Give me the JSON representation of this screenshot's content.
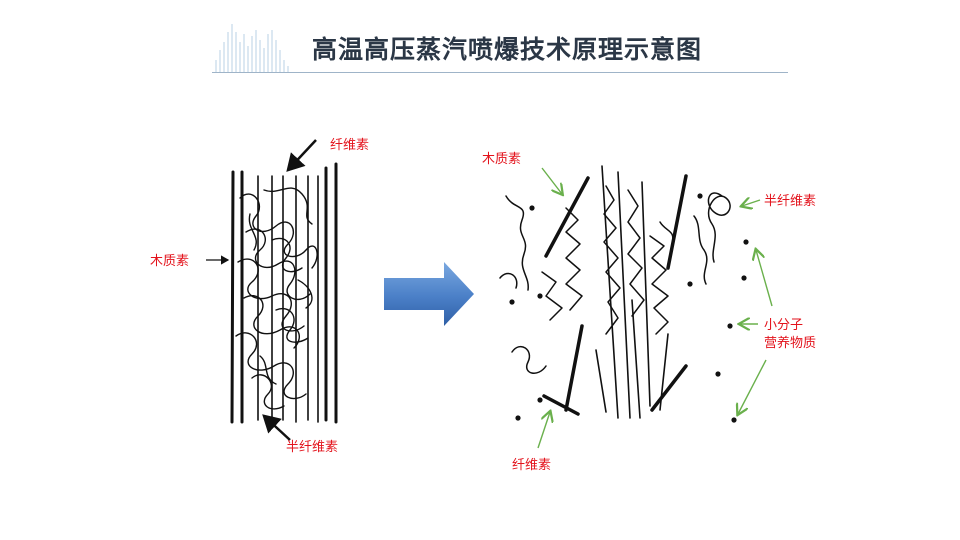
{
  "title": "高温高压蒸汽喷爆技术原理示意图",
  "colors": {
    "title": "#2b3746",
    "label": "#e3121b",
    "arrow_green": "#6ab04c",
    "big_arrow": "#4a7fc7",
    "line": "#111111"
  },
  "before": {
    "labels": {
      "cellulose": "纤维素",
      "lignin": "木质素",
      "hemicellulose": "半纤维素"
    }
  },
  "after": {
    "labels": {
      "lignin": "木质素",
      "hemicellulose": "半纤维素",
      "small_molecule_line1": "小分子",
      "small_molecule_line2": "营养物质",
      "cellulose": "纤维素"
    }
  },
  "icons": [
    "title-deco-icon",
    "process-arrow-icon"
  ]
}
